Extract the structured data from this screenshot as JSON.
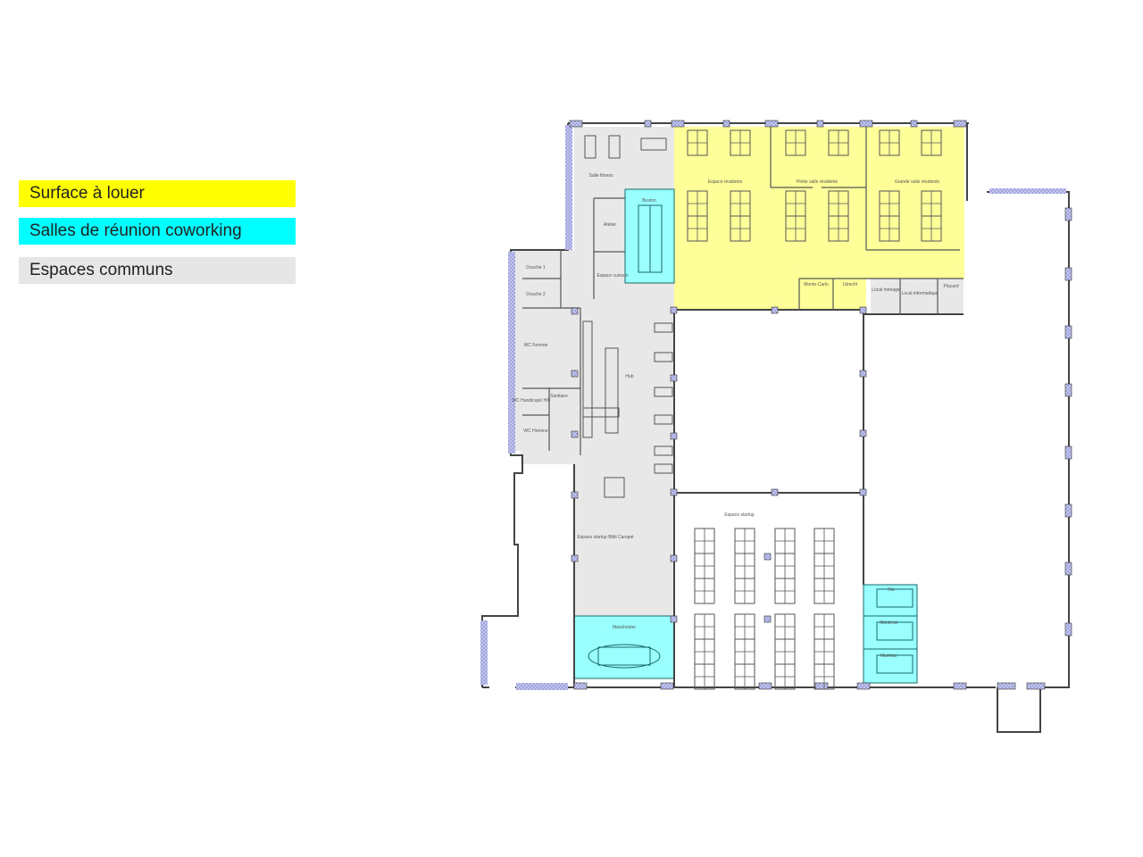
{
  "legend": {
    "items": [
      {
        "label": "Surface à louer",
        "color": "#ffff00"
      },
      {
        "label": "Salles de réunion coworking",
        "color": "#00ffff"
      },
      {
        "label": "Espaces communs",
        "color": "#e6e6e6"
      }
    ]
  },
  "colors": {
    "rental": "#ffff99",
    "meeting": "#99ffff",
    "common": "#e8e8e8",
    "wall": "#444444",
    "pillar": "#b8bce8"
  },
  "rooms": {
    "fitness": "Salle fitness",
    "boston": "Boston",
    "atelier": "Atelier",
    "cuisson": "Espace cuisson",
    "douche1": "Douche 1",
    "douche2": "Douche 2",
    "wc_femme": "WC Femme",
    "wc_handi": "WC Handicapé H/F",
    "sanitaire": "Sanitaire",
    "wc_homme": "WC Homme",
    "hub": "Hub",
    "startup_bibli": "Espace startup Bibli Canapé",
    "manchester": "Manchester",
    "startup": "Espace startup",
    "rio": "Rio",
    "montreal": "Montréal",
    "mumbai": "Mumbai",
    "residents": "Espace résidents",
    "petite_salle": "Petite salle résidents",
    "grande_salle": "Grande salle résidents",
    "monte_carlo": "Monte-Carlo",
    "utrecht": "Utrecht",
    "local_menage": "Local ménage",
    "local_info": "Local informatique",
    "placard": "Placard"
  }
}
